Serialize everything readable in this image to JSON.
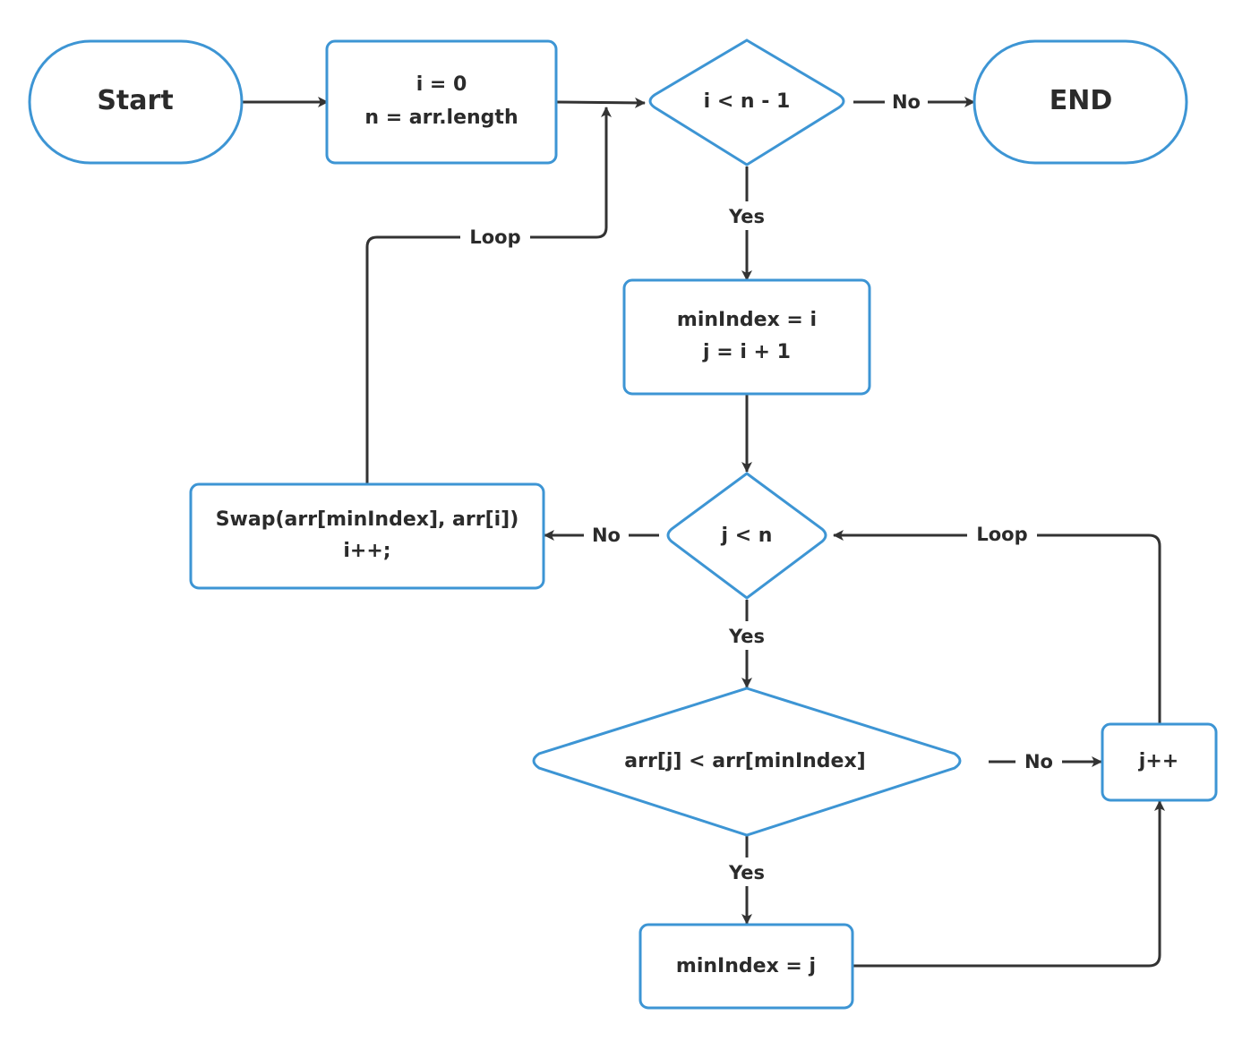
{
  "colors": {
    "node_border": "#3d95d4",
    "node_fill": "#ffffff",
    "edge": "#333333",
    "text": "#2b2b2b"
  },
  "nodes": {
    "start": {
      "label": "Start"
    },
    "init": {
      "line1": "i = 0",
      "line2": "n = arr.length"
    },
    "outer_condition": {
      "label": "i < n - 1"
    },
    "end": {
      "label": "END"
    },
    "inner_init": {
      "line1": "minIndex = i",
      "line2": "j = i + 1"
    },
    "inner_condition": {
      "label": "j < n"
    },
    "swap": {
      "line1": "Swap(arr[minIndex], arr[i])",
      "line2": "i++;"
    },
    "compare": {
      "label": "arr[j] < arr[minIndex]"
    },
    "increment_j": {
      "label": "j++"
    },
    "set_min": {
      "label": "minIndex = j"
    }
  },
  "edge_labels": {
    "outer_no": "No",
    "outer_yes": "Yes",
    "outer_loop": "Loop",
    "inner_no": "No",
    "inner_yes": "Yes",
    "inner_loop": "Loop",
    "compare_no": "No",
    "compare_yes": "Yes"
  }
}
